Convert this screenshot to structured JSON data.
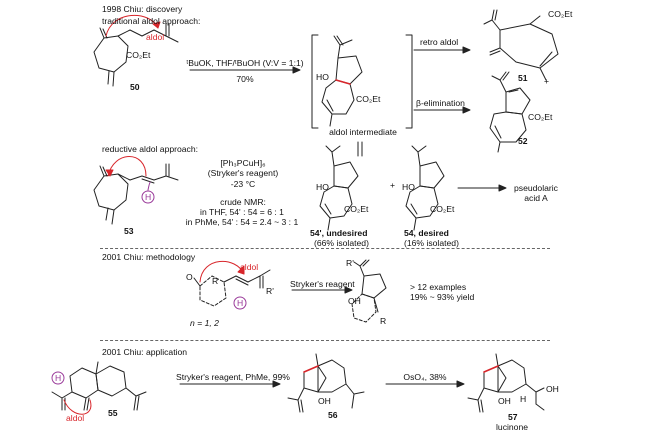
{
  "sections": {
    "s1": {
      "title": "1998 Chiu: discovery"
    },
    "s2": {
      "title": "2001 Chiu: methodology"
    },
    "s3": {
      "title": "2001 Chiu: application"
    }
  },
  "traditional": {
    "subtitle": "traditional aldol approach:",
    "aldol_label": "aldol",
    "co2et": "CO₂Et",
    "cpd50": "50",
    "cond1": "ᵗBuOK, THF/ᵗBuOH (V:V = 1:1)",
    "yield1": "70%",
    "ho": "HO",
    "intermediate_co2et": "CO₂Et",
    "intermediate_caption": "aldol intermediate",
    "retro_label": "retro aldol",
    "cpd51_co2et": "CO₂Et",
    "cpd51": "51",
    "plus": "+",
    "beta_label": "β-elimination",
    "cpd52_co2et": "CO₂Et",
    "cpd52": "52"
  },
  "reductive": {
    "subtitle": "reductive aldol approach:",
    "cpd53": "53",
    "hminus": "H",
    "reagent_formula": "[Ph₃PCuH]₆",
    "reagent_name": "(Stryker's reagent)",
    "temp": "-23 °C",
    "nmr": "crude NMR:",
    "ratio_thf": "in THF, 54' : 54 = 6 : 1",
    "ratio_phme": "in PhMe, 54' : 54 = 2.4 ~ 3 : 1",
    "ho_a": "HO",
    "co2et_a": "CO₂Et",
    "cpd54p": "54', undesired",
    "cpd54p_yield": "(66% isolated)",
    "plus": "+",
    "ho_b": "HO",
    "co2et_b": "CO₂Et",
    "cpd54": "54, desired",
    "cpd54_yield": "(16% isolated)",
    "target": "pseudolaric",
    "target2": "acid A"
  },
  "methodology": {
    "aldol_label": "aldol",
    "r_label": "R",
    "rprime_label": "R'",
    "o_label": "O",
    "hminus": "H",
    "n_label": "n = 1, 2",
    "reagent": "Stryker's reagent",
    "rprime_prod": "R'",
    "oh_prod": "OH",
    "r_prod": "R",
    "examples": "> 12 examples",
    "yields": "19% ~ 93% yield"
  },
  "application": {
    "hminus": "H",
    "aldol_label": "aldol",
    "cpd55": "55",
    "cond1": "Stryker's reagent, PhMe, 99%",
    "oh56": "OH",
    "cpd56": "56",
    "cond2": "OsO₄, 38%",
    "oh57": "OH",
    "oh57b": "OH",
    "h57": "H",
    "cpd57": "57",
    "name57": "lucinone"
  }
}
